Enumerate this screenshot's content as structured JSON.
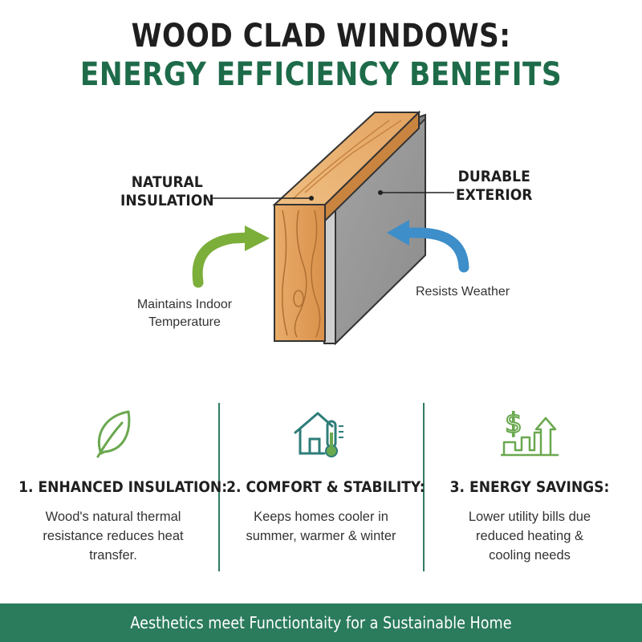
{
  "title": {
    "line1": "WOOD CLAD WINDOWS:",
    "line2": "ENERGY EFFICIENCY BENEFITS"
  },
  "diagram": {
    "left_label": [
      "NATURAL",
      "INSULATION"
    ],
    "right_label": [
      "DURABLE",
      "EXTERIOR"
    ],
    "left_note": "Maintains Indoor Temperature",
    "right_note": "Resists Weather"
  },
  "benefits": [
    {
      "icon": "leaf-icon",
      "heading": "1. ENHANCED INSULATION:",
      "text": "Wood's natural thermal resistance reduces heat transfer."
    },
    {
      "icon": "house-thermometer-icon",
      "heading": "2. COMFORT & STABILITY:",
      "text": "Keeps homes cooler in summer, warmer & winter"
    },
    {
      "icon": "dollar-growth-icon",
      "heading": "3. ENERGY SAVINGS:",
      "text": "Lower utility bills due reduced heating & cooling needs"
    }
  ],
  "banner": "Aesthetics meet Functiontaity for a Sustainable Home",
  "colors": {
    "brand_green": "#1e6b4a",
    "banner_green": "#2b7b5d",
    "icon_green": "#6aa84f",
    "icon_teal": "#2e7d7a",
    "arrow_green": "#7cae3a",
    "arrow_blue": "#3d8ec9",
    "wood": "#e3a462",
    "panel_gray": "#9a9a9a"
  }
}
